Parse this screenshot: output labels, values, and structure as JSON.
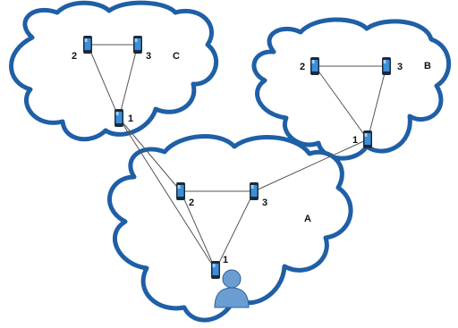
{
  "clouds": [
    {
      "id": "C",
      "label": "C",
      "nodes": [
        {
          "id": "C1",
          "label": "1"
        },
        {
          "id": "C2",
          "label": "2"
        },
        {
          "id": "C3",
          "label": "3"
        }
      ]
    },
    {
      "id": "B",
      "label": "B",
      "nodes": [
        {
          "id": "B1",
          "label": "1"
        },
        {
          "id": "B2",
          "label": "2"
        },
        {
          "id": "B3",
          "label": "3"
        }
      ]
    },
    {
      "id": "A",
      "label": "A",
      "nodes": [
        {
          "id": "A1",
          "label": "1"
        },
        {
          "id": "A2",
          "label": "2"
        },
        {
          "id": "A3",
          "label": "3"
        }
      ]
    }
  ],
  "links": [
    [
      "C2",
      "C3"
    ],
    [
      "C2",
      "C1"
    ],
    [
      "C3",
      "C1"
    ],
    [
      "B2",
      "B3"
    ],
    [
      "B2",
      "B1"
    ],
    [
      "B3",
      "B1"
    ],
    [
      "A2",
      "A3"
    ],
    [
      "A2",
      "A1"
    ],
    [
      "A3",
      "A1"
    ],
    [
      "C1",
      "A2"
    ],
    [
      "C1",
      "A1"
    ],
    [
      "B1",
      "A3"
    ]
  ],
  "colors": {
    "cloud_outline": "#1f5fa6",
    "phone_screen": "#3b8fd9",
    "link": "#555555",
    "user": "#6a9ed3"
  },
  "icons": {
    "device": "smartphone-icon",
    "user": "user-icon"
  }
}
